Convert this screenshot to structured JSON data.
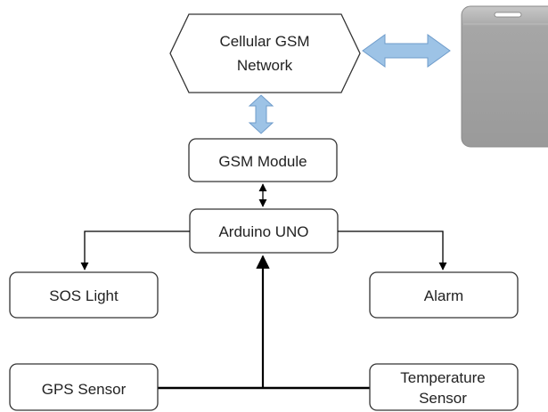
{
  "nodes": {
    "network": {
      "lines": [
        "Cellular GSM",
        "Network"
      ]
    },
    "gsm_module": {
      "label": "GSM Module"
    },
    "arduino": {
      "label": "Arduino UNO"
    },
    "sos_light": {
      "label": "SOS Light"
    },
    "alarm": {
      "label": "Alarm"
    },
    "gps_sensor": {
      "label": "GPS Sensor"
    },
    "temperature_sensor": {
      "lines": [
        "Temperature",
        "Sensor"
      ]
    }
  },
  "colors": {
    "box_stroke": "#333333",
    "connector": "#000000",
    "double_arrow_fill": "#9dc3e6",
    "double_arrow_stroke": "#6f9ccb",
    "phone_fill": "#a5a5a5"
  },
  "icons": {
    "phone": "mobile-phone-icon"
  }
}
